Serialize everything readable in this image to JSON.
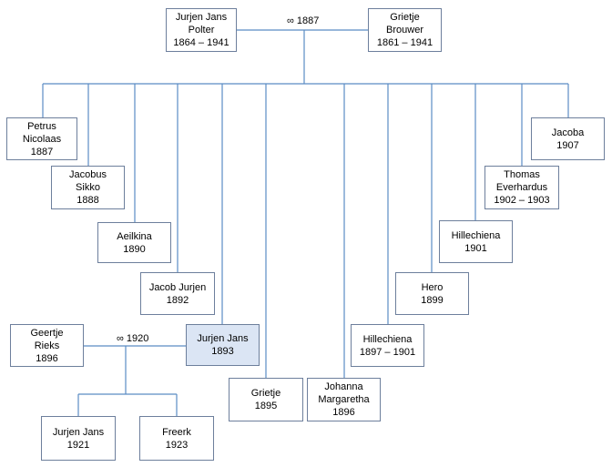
{
  "colors": {
    "line": "#5b8cc4",
    "box_border": "#6d7f9c",
    "highlight": "#dbe5f4"
  },
  "parents": {
    "father": {
      "name1": "Jurjen Jans",
      "name2": "Polter",
      "years": "1864 – 1941"
    },
    "mother": {
      "name1": "Grietje",
      "name2": "Brouwer",
      "years": "1861 – 1941"
    },
    "marriage": "∞ 1887"
  },
  "children": [
    {
      "line1": "Petrus",
      "line2": "Nicolaas",
      "years": "1887"
    },
    {
      "line1": "Jacobus",
      "line2": "Sikko",
      "years": "1888"
    },
    {
      "line1": "Aeilkina",
      "line2": "",
      "years": "1890"
    },
    {
      "line1": "Jacob Jurjen",
      "line2": "",
      "years": "1892"
    },
    {
      "line1": "Jurjen Jans",
      "line2": "",
      "years": "1893"
    },
    {
      "line1": "Grietje",
      "line2": "",
      "years": "1895"
    },
    {
      "line1": "Johanna",
      "line2": "Margaretha",
      "years": "1896"
    },
    {
      "line1": "Hillechiena",
      "line2": "",
      "years": "1897 – 1901"
    },
    {
      "line1": "Hero",
      "line2": "",
      "years": "1899"
    },
    {
      "line1": "Hillechiena",
      "line2": "",
      "years": "1901"
    },
    {
      "line1": "Thomas",
      "line2": "Everhardus",
      "years": "1902 – 1903"
    },
    {
      "line1": "Jacoba",
      "line2": "",
      "years": "1907"
    }
  ],
  "spouse": {
    "line1": "Geertje",
    "line2": "Rieks",
    "years": "1896"
  },
  "marriage2": "∞ 1920",
  "grandchildren": [
    {
      "line1": "Jurjen Jans",
      "line2": "",
      "years": "1921"
    },
    {
      "line1": "Freerk",
      "line2": "",
      "years": "1923"
    }
  ]
}
